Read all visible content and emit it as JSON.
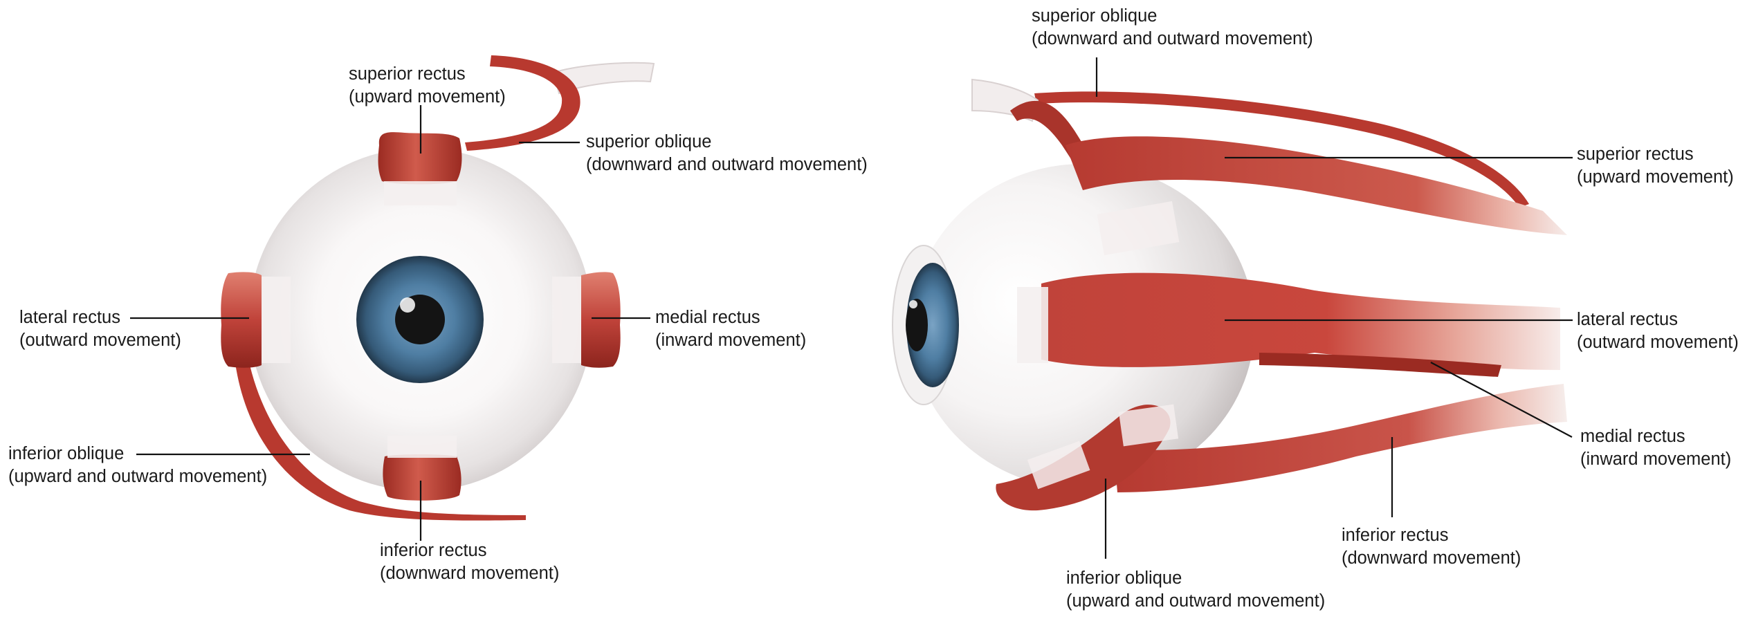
{
  "colors": {
    "muscle": "#c0433a",
    "muscle_dark": "#8c241d",
    "muscle_light": "#e08070",
    "tendon": "#f2eeee",
    "sclera": "#ebe8e8",
    "iris": "#3f6a8c",
    "pupil": "#141414",
    "leader_line": "#111111"
  },
  "front_view": {
    "superior_rectus": {
      "name": "superior rectus",
      "action": "(upward movement)"
    },
    "superior_oblique": {
      "name": "superior oblique",
      "action": "(downward and outward movement)"
    },
    "lateral_rectus": {
      "name": "lateral rectus",
      "action": "(outward movement)"
    },
    "medial_rectus": {
      "name": "medial rectus",
      "action": "(inward movement)"
    },
    "inferior_oblique": {
      "name": "inferior oblique",
      "action": "(upward and outward movement)"
    },
    "inferior_rectus": {
      "name": "inferior rectus",
      "action": "(downward movement)"
    }
  },
  "side_view": {
    "superior_oblique": {
      "name": "superior oblique",
      "action": "(downward and outward movement)"
    },
    "superior_rectus": {
      "name": "superior rectus",
      "action": "(upward movement)"
    },
    "lateral_rectus": {
      "name": "lateral rectus",
      "action": "(outward movement)"
    },
    "medial_rectus": {
      "name": "medial rectus",
      "action": "(inward movement)"
    },
    "inferior_rectus": {
      "name": "inferior rectus",
      "action": "(downward movement)"
    },
    "inferior_oblique": {
      "name": "inferior oblique",
      "action": "(upward and outward movement)"
    }
  }
}
